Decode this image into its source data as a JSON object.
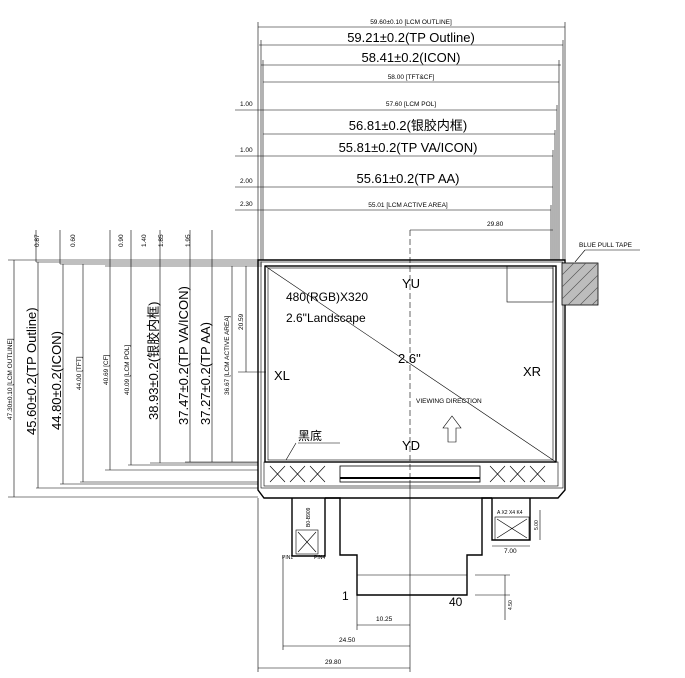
{
  "top_dims": {
    "lcm_outline": "59.60±0.10 [LCM OUTLINE]",
    "tp_outline": "59.21±0.2(TP Outline)",
    "icon": "58.41±0.2(ICON)",
    "tft_cf": "58.00 [TFT&CF]",
    "lcm_pol": "57.60 [LCM POL]",
    "bezel": "56.81±0.2(银胶内框)",
    "tp_va": "55.81±0.2(TP VA/ICON)",
    "tp_aa": "55.61±0.2(TP AA)",
    "active_area": "55.01 [LCM ACTIVE AREA]"
  },
  "left_offsets": {
    "o1": "1.00",
    "o2": "1.00",
    "o3": "2.00",
    "o4": "2.30"
  },
  "top_offsets": [
    "0.87",
    "0.60",
    "0.90",
    "1.40",
    "1.85",
    "1.95"
  ],
  "right_dims": {
    "w2980": "29.80",
    "dim_2059": "20.59"
  },
  "blue_tape": "BLUE PULL TAPE",
  "left_dims": {
    "lcm_outline": "47.30±0.10 [LCM OUTLINE]",
    "tp_outline": "45.60±0.2(TP Outline)",
    "icon": "44.80±0.2(ICON)",
    "tft": "44.00 [TFT]",
    "cf": "40.69 [CF]",
    "lcm_pol": "40.09 [LCM POL]",
    "bezel": "38.93±0.2(银胶内框)",
    "tp_va": "37.47±0.2(TP VA/ICON)",
    "tp_aa": "37.27±0.2(TP AA)",
    "active_area": "36.67 [LCM ACTIVE AREA]"
  },
  "labels": {
    "resolution": "480(RGB)X320",
    "size": "2.6\"Landscape",
    "yu": "YU",
    "yd": "YD",
    "xl": "XL",
    "xr": "XR",
    "diag": "2.6\"",
    "viewing": "VIEWING DIRECTION",
    "black": "黑底"
  },
  "fpc": {
    "part": "B0-B909",
    "pin1": "PIN1",
    "pin4": "PIN4",
    "connector": "A X2 X4 K4",
    "w700": "7.00",
    "h500": "5.00",
    "one": "1",
    "forty": "40",
    "d450": "4.50",
    "d1025": "10.25",
    "d2450": "24.50",
    "d2980": "29.80"
  }
}
